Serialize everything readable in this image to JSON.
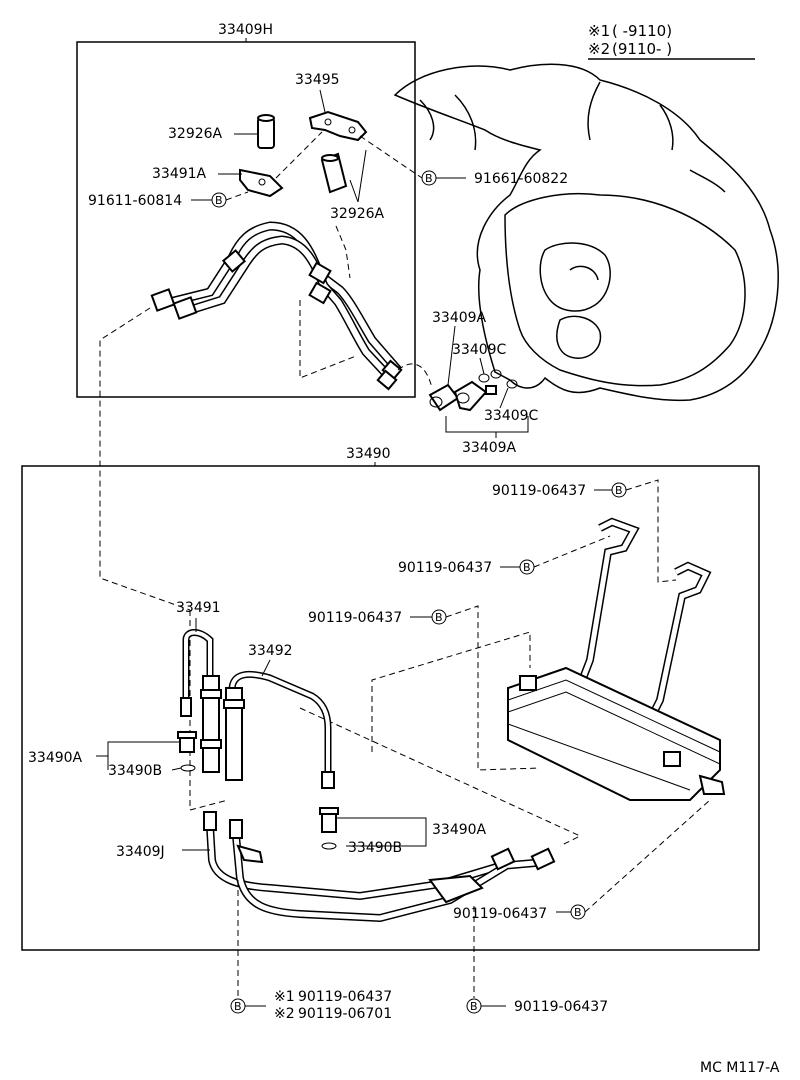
{
  "legend": {
    "line1_mark": "※1",
    "line1_text": "(       -9110)",
    "line2_mark": "※2",
    "line2_text": "(9110-        )"
  },
  "bolt_letter": "B",
  "labels": {
    "group_33409H": "33409H",
    "p33495": "33495",
    "p32926A_top": "32926A",
    "p33491A": "33491A",
    "p91611": "91611-60814",
    "p91661": "91661-60822",
    "p32926A_lower": "32926A",
    "p33409A_top": "33409A",
    "p33409C_top": "33409C",
    "p33409C_bottom": "33409C",
    "p33409A_bottom": "33409A",
    "group_33490": "33490",
    "p90119_a": "90119-06437",
    "p90119_b": "90119-06437",
    "p90119_c": "90119-06437",
    "p33491": "33491",
    "p33492": "33492",
    "p33490A_left": "33490A",
    "p33490B_left": "33490B",
    "p33490A_right": "33490A",
    "p33490B_right": "33490B",
    "p33409J": "33409J",
    "p90119_d": "90119-06437",
    "bottom_note1_mark": "※1",
    "bottom_note1": "90119-06437",
    "bottom_note2_mark": "※2",
    "bottom_note2": "90119-06701",
    "p90119_e": "90119-06437"
  },
  "footer_code": "MC M117-A"
}
